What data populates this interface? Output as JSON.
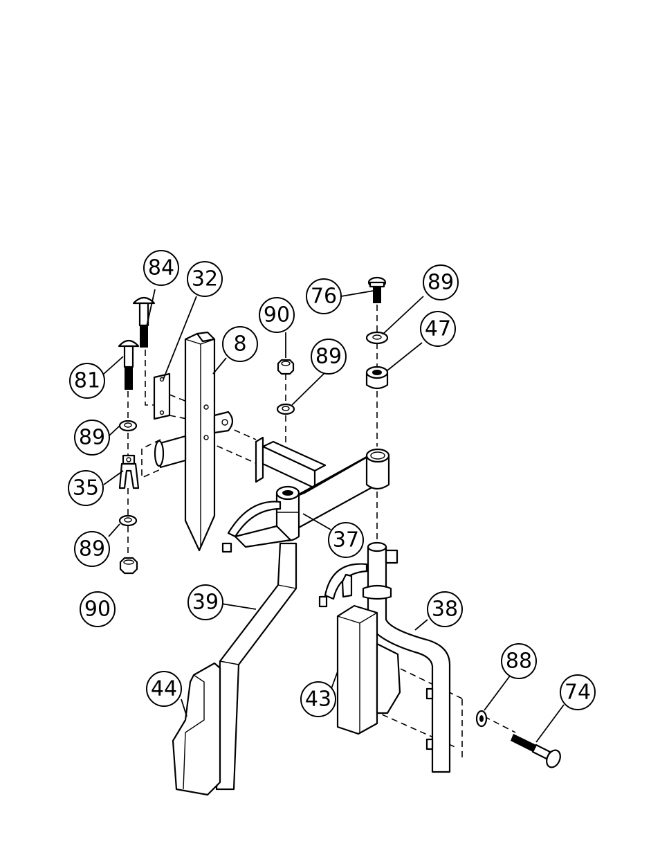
{
  "callouts": [
    {
      "id": "c84",
      "label": "84"
    },
    {
      "id": "c32",
      "label": "32"
    },
    {
      "id": "c8",
      "label": "8"
    },
    {
      "id": "c81",
      "label": "81"
    },
    {
      "id": "c89a",
      "label": "89"
    },
    {
      "id": "c35",
      "label": "35"
    },
    {
      "id": "c89b",
      "label": "89"
    },
    {
      "id": "c90a",
      "label": "90"
    },
    {
      "id": "c90b",
      "label": "90"
    },
    {
      "id": "c89c",
      "label": "89"
    },
    {
      "id": "c76",
      "label": "76"
    },
    {
      "id": "c89d",
      "label": "89"
    },
    {
      "id": "c47",
      "label": "47"
    },
    {
      "id": "c37",
      "label": "37"
    },
    {
      "id": "c39",
      "label": "39"
    },
    {
      "id": "c38",
      "label": "38"
    },
    {
      "id": "c44",
      "label": "44"
    },
    {
      "id": "c43",
      "label": "43"
    },
    {
      "id": "c88",
      "label": "88"
    },
    {
      "id": "c74",
      "label": "74"
    }
  ]
}
